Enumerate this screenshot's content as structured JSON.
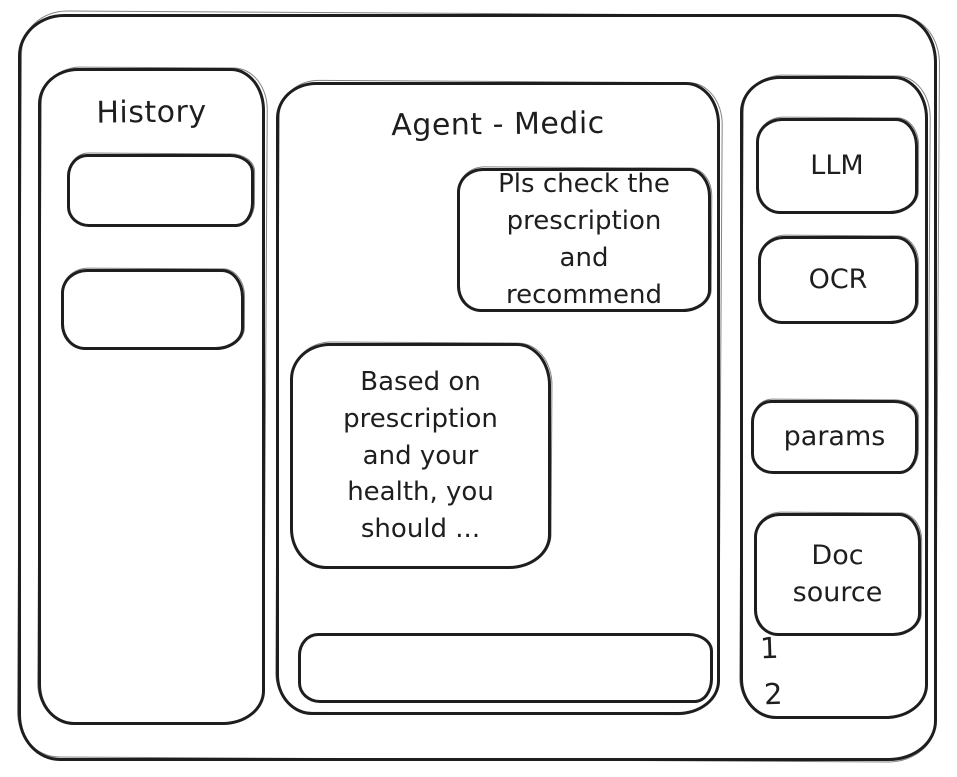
{
  "colors": {
    "stroke": "#1e1e1e",
    "background": "#ffffff"
  },
  "history_panel": {
    "title": "History",
    "items": [
      {
        "label": ""
      },
      {
        "label": ""
      }
    ]
  },
  "chat_panel": {
    "title": "Agent - Medic",
    "messages": [
      {
        "role": "user",
        "text": "Pls check the prescription and recommend"
      },
      {
        "role": "agent",
        "text": "Based on prescription and your health, you should ..."
      }
    ],
    "input": {
      "value": "",
      "placeholder": ""
    }
  },
  "tools_panel": {
    "buttons": [
      {
        "label": "LLM"
      },
      {
        "label": "OCR"
      },
      {
        "label": "params"
      },
      {
        "label": "Doc source"
      }
    ],
    "doc_items": [
      {
        "label": "1"
      },
      {
        "label": "2"
      }
    ]
  }
}
